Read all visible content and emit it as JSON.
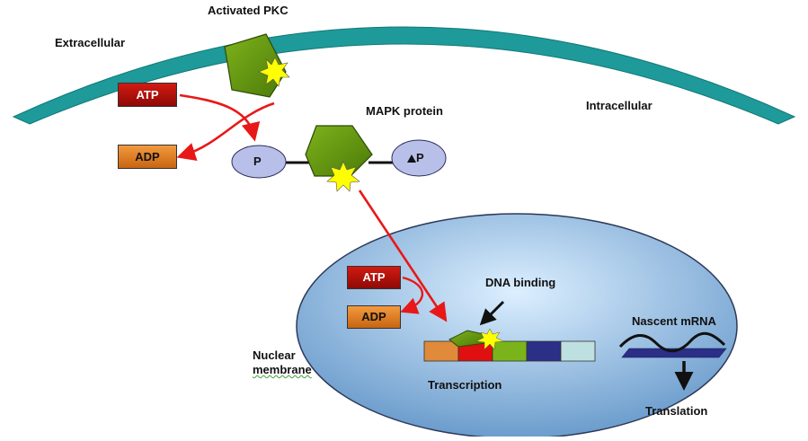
{
  "labels": {
    "extracellular": "Extracellular",
    "intracellular": "Intracellular",
    "activated_pkc": "Activated PKC",
    "mapk_protein": "MAPK protein",
    "nuclear_membrane_line1": "Nuclear",
    "nuclear_membrane_line2": "membrane",
    "dna_binding": "DNA binding",
    "nascent_mrna": "Nascent mRNA",
    "transcription": "Transcription",
    "translation": "Translation"
  },
  "molecules": {
    "atp_top": "ATP",
    "adp_top": "ADP",
    "atp_nucleus": "ATP",
    "adp_nucleus": "ADP",
    "phosphate_left": "P",
    "phosphate_right": "P"
  },
  "colors": {
    "membrane": "#1e9a9a",
    "nucleus_light": "#d8ecfb",
    "nucleus_dark": "#6e9fcf",
    "kinase_green": "#6a9a0e",
    "arrow_red": "#e81818",
    "atp_red": "#b0100a",
    "adp_orange": "#e07a20",
    "phosphate_oval": "#b8c0ea",
    "dna_segments": [
      "#e08a3a",
      "#e01010",
      "#7ab41a",
      "#2b2f86",
      "#bfe0e0"
    ]
  }
}
